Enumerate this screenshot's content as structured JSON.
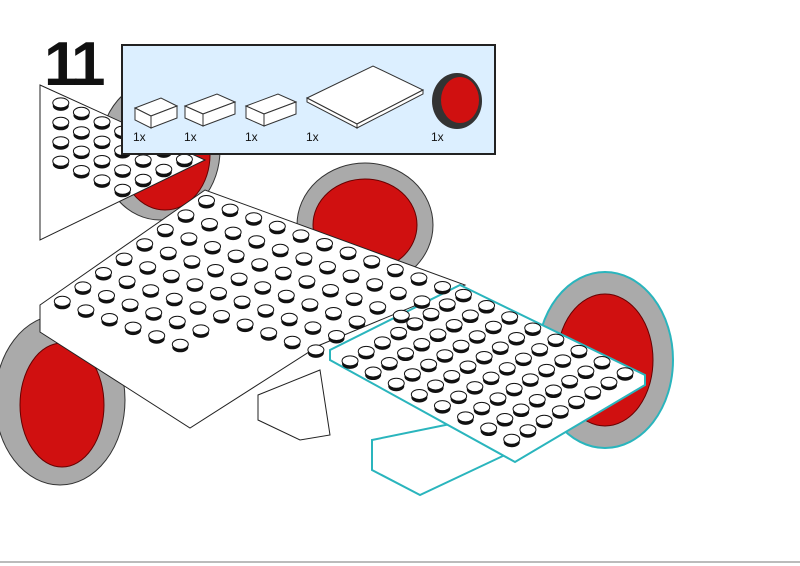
{
  "step": {
    "number": "11"
  },
  "parts_list": {
    "items": [
      {
        "name": "brick-2x3",
        "qty": "1x"
      },
      {
        "name": "brick-2x4",
        "qty": "1x"
      },
      {
        "name": "technic-brick-2x4",
        "qty": "1x"
      },
      {
        "name": "plate-6x8",
        "qty": "1x"
      },
      {
        "name": "wheel-red",
        "qty": "1x"
      }
    ]
  },
  "colors": {
    "panel": "#dcefff",
    "highlight": "#2ab5bd",
    "wheel": "#d01010",
    "tire": "#9a9a9a",
    "plate": "#ffffff"
  }
}
